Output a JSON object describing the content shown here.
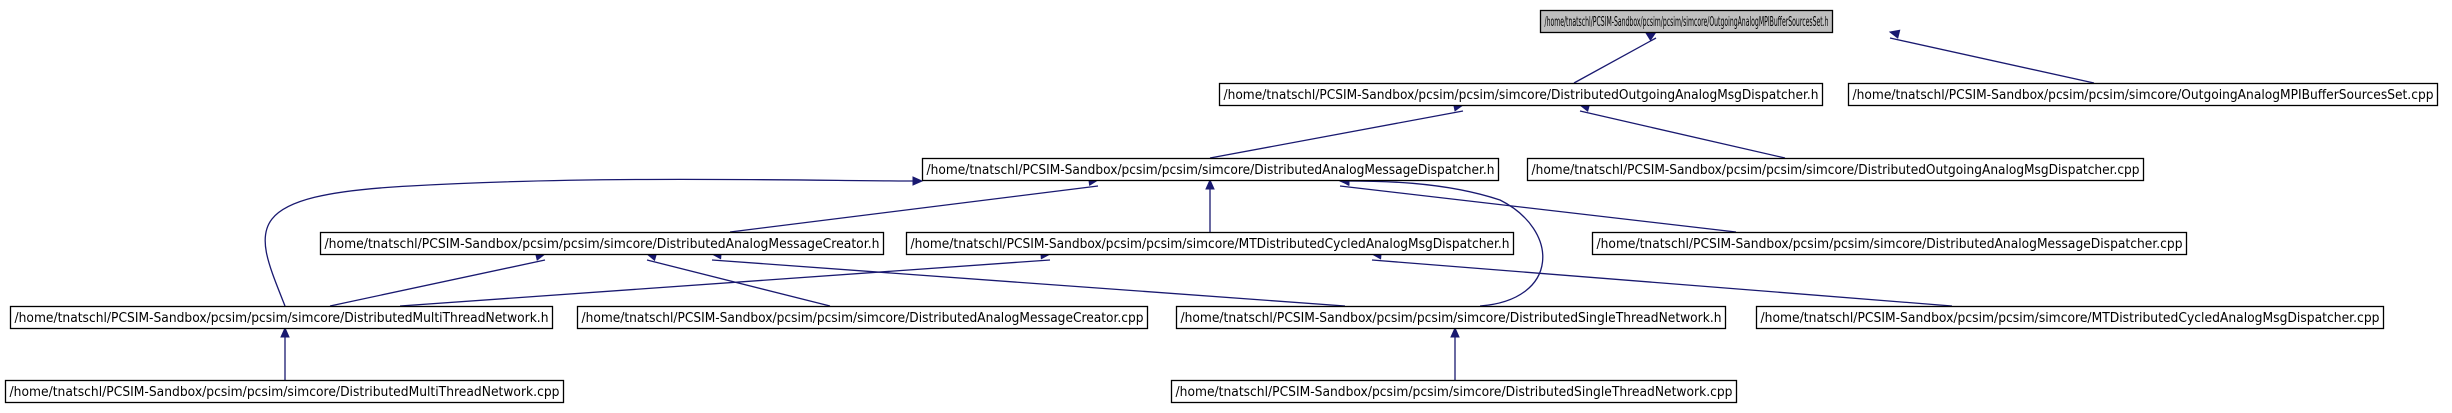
{
  "nodes": [
    {
      "id": "n0",
      "label": "/home/tnatschl/PCSIM-Sandbox/pcsim/pcsim/simcore/OutgoingAnalogMPIBufferSourcesSet.h",
      "root": true
    },
    {
      "id": "n1",
      "label": "/home/tnatschl/PCSIM-Sandbox/pcsim/pcsim/simcore/DistributedOutgoingAnalogMsgDispatcher.h"
    },
    {
      "id": "n2",
      "label": "/home/tnatschl/PCSIM-Sandbox/pcsim/pcsim/simcore/OutgoingAnalogMPIBufferSourcesSet.cpp"
    },
    {
      "id": "n3",
      "label": "/home/tnatschl/PCSIM-Sandbox/pcsim/pcsim/simcore/DistributedAnalogMessageDispatcher.h"
    },
    {
      "id": "n4",
      "label": "/home/tnatschl/PCSIM-Sandbox/pcsim/pcsim/simcore/DistributedOutgoingAnalogMsgDispatcher.cpp"
    },
    {
      "id": "n5",
      "label": "/home/tnatschl/PCSIM-Sandbox/pcsim/pcsim/simcore/DistributedAnalogMessageCreator.h"
    },
    {
      "id": "n6",
      "label": "/home/tnatschl/PCSIM-Sandbox/pcsim/pcsim/simcore/MTDistributedCycledAnalogMsgDispatcher.h"
    },
    {
      "id": "n7",
      "label": "/home/tnatschl/PCSIM-Sandbox/pcsim/pcsim/simcore/DistributedAnalogMessageDispatcher.cpp"
    },
    {
      "id": "n8",
      "label": "/home/tnatschl/PCSIM-Sandbox/pcsim/pcsim/simcore/DistributedMultiThreadNetwork.h"
    },
    {
      "id": "n9",
      "label": "/home/tnatschl/PCSIM-Sandbox/pcsim/pcsim/simcore/DistributedAnalogMessageCreator.cpp"
    },
    {
      "id": "n10",
      "label": "/home/tnatschl/PCSIM-Sandbox/pcsim/pcsim/simcore/DistributedSingleThreadNetwork.h"
    },
    {
      "id": "n11",
      "label": "/home/tnatschl/PCSIM-Sandbox/pcsim/pcsim/simcore/MTDistributedCycledAnalogMsgDispatcher.cpp"
    },
    {
      "id": "n12",
      "label": "/home/tnatschl/PCSIM-Sandbox/pcsim/pcsim/simcore/DistributedMultiThreadNetwork.cpp"
    },
    {
      "id": "n13",
      "label": "/home/tnatschl/PCSIM-Sandbox/pcsim/pcsim/simcore/DistributedSingleThreadNetwork.cpp"
    }
  ],
  "edges": [
    {
      "from": "n1",
      "to": "n0"
    },
    {
      "from": "n2",
      "to": "n0"
    },
    {
      "from": "n3",
      "to": "n1"
    },
    {
      "from": "n4",
      "to": "n1"
    },
    {
      "from": "n5",
      "to": "n3"
    },
    {
      "from": "n6",
      "to": "n3"
    },
    {
      "from": "n7",
      "to": "n3"
    },
    {
      "from": "n8",
      "to": "n3"
    },
    {
      "from": "n10",
      "to": "n3"
    },
    {
      "from": "n8",
      "to": "n5"
    },
    {
      "from": "n9",
      "to": "n5"
    },
    {
      "from": "n10",
      "to": "n5"
    },
    {
      "from": "n8",
      "to": "n6"
    },
    {
      "from": "n11",
      "to": "n6"
    },
    {
      "from": "n12",
      "to": "n8"
    },
    {
      "from": "n13",
      "to": "n10"
    }
  ],
  "colors": {
    "edge": "#191970",
    "root_fill": "#bfbfbf",
    "node_fill": "#ffffff",
    "node_border": "#000000"
  }
}
